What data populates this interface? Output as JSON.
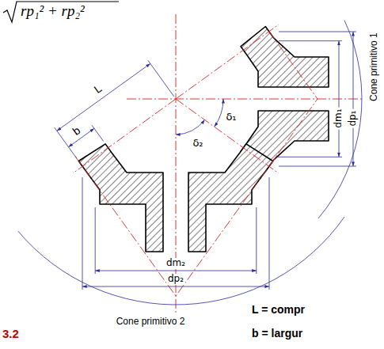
{
  "diagram": {
    "labels": [
      "rp₁² + rp₂²",
      "L",
      "b",
      "δ₁",
      "δ₂",
      "dm₁",
      "dp₁",
      "Cone primitivo 1",
      "dm₂",
      "dp₂",
      "Cone primitivo 2",
      "L = compr",
      "b = largur",
      "3.2"
    ]
  }
}
